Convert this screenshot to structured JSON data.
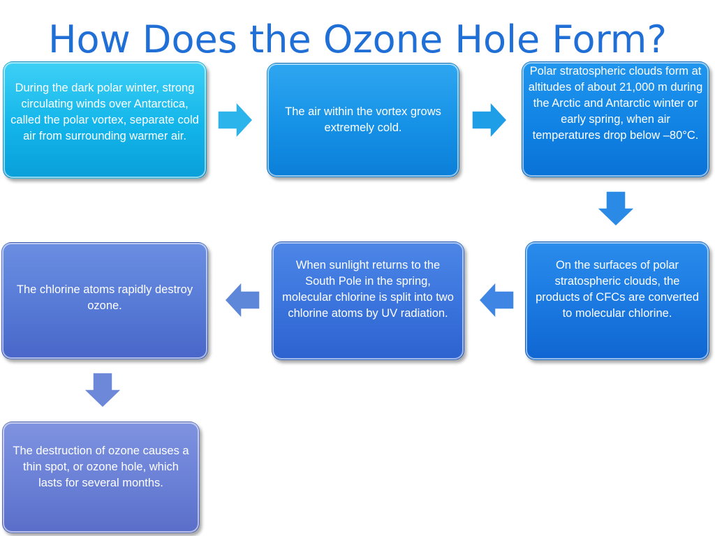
{
  "title": "How Does the Ozone Hole Form?",
  "steps": [
    {
      "text": "During the dark polar winter, strong circulating winds over Antarctica, called the polar vortex, separate cold air from surrounding warmer air."
    },
    {
      "text": "The air within the vortex grows extremely cold."
    },
    {
      "text": "Polar stratospheric clouds form at altitudes of about 21,000 m during the Arctic and Antarctic winter or early spring, when air temperatures drop below –80°C."
    },
    {
      "text": "On the surfaces of polar stratospheric clouds, the products of CFCs are converted to molecular chlorine."
    },
    {
      "text": "When sunlight returns to the South Pole in the spring, molecular chlorine is split into two chlorine atoms by UV radiation."
    },
    {
      "text": "The chlorine atoms rapidly destroy ozone."
    },
    {
      "text": "The destruction of ozone causes a thin spot, or ozone hole, which lasts for several months."
    }
  ],
  "arrows": [
    {
      "direction": "right",
      "color": "#2bb4ec"
    },
    {
      "direction": "right",
      "color": "#1f9ee8"
    },
    {
      "direction": "down",
      "color": "#2b8ae6"
    },
    {
      "direction": "left",
      "color": "#3f86e4"
    },
    {
      "direction": "left",
      "color": "#5e86d9"
    },
    {
      "direction": "down",
      "color": "#6d88d8"
    }
  ]
}
